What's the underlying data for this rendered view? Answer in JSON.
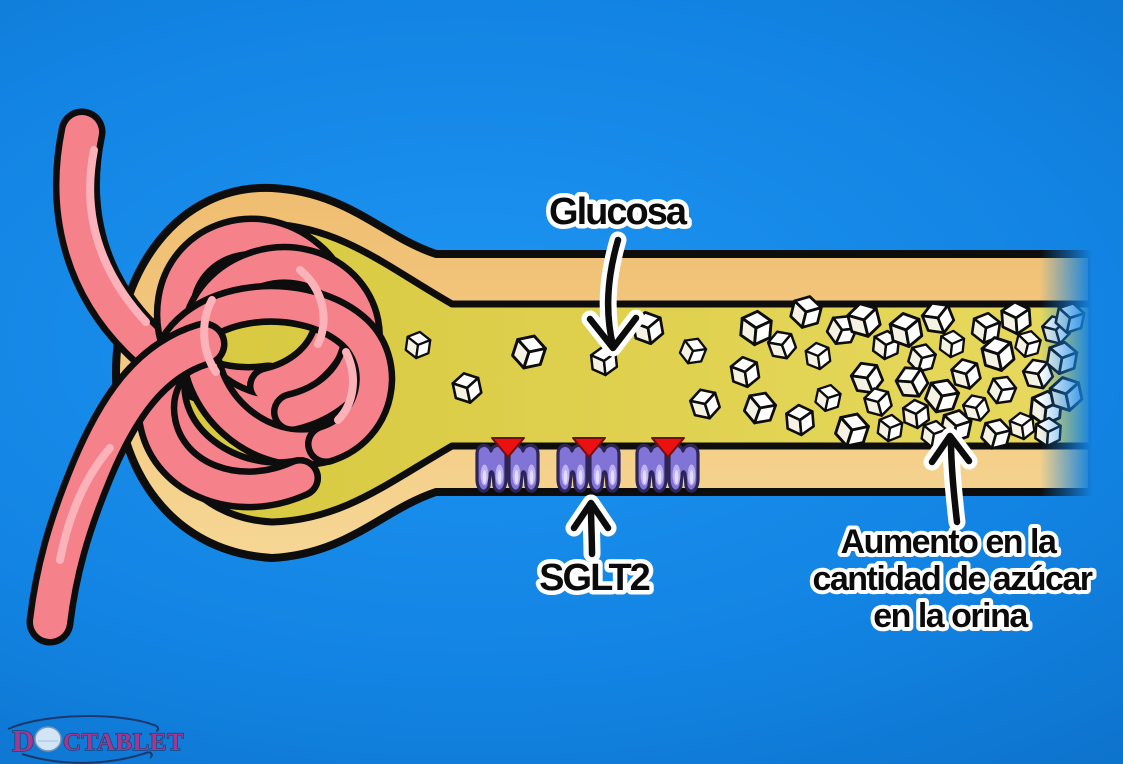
{
  "labels": {
    "glucose": "Glucosa",
    "transporter": "SGLT2",
    "urine_line1": "Aumento en la",
    "urine_line2": "cantidad de azúcar",
    "urine_line3": "en la orina"
  },
  "logo": {
    "name": "DOCTABLET",
    "first_letter": "D",
    "rest": "CTABLET"
  },
  "figure": {
    "sglt2_transporter_count": 3,
    "glucose_cube_count": 47
  },
  "colors": {
    "background_blue": "#0f7cd6",
    "tubule_wall_tan": "#f1c27b",
    "tubule_wall_tan_light": "#f6d795",
    "tubule_lumen_yellow": "#ddce47",
    "tubule_lumen_yellow_light": "#e7d95e",
    "capillary_pink": "#f5828b",
    "capillary_highlight": "#fbb2b8",
    "outline_black": "#0d0d0d",
    "transporter_purple": "#8273d6",
    "transporter_highlight": "#beb1f0",
    "transporter_highlight_bright": "#e4ddfb",
    "transporter_outline": "#2d2458",
    "glucose_triangle_red": "#eb1111",
    "sugar_cube_white": "#ffffff",
    "sugar_cube_shade": "#f5f2e4",
    "label_text": "#0b0b0b",
    "label_outline": "#ffffff",
    "logo_pink": "#c22b7e",
    "logo_navy": "#1c2a58"
  }
}
